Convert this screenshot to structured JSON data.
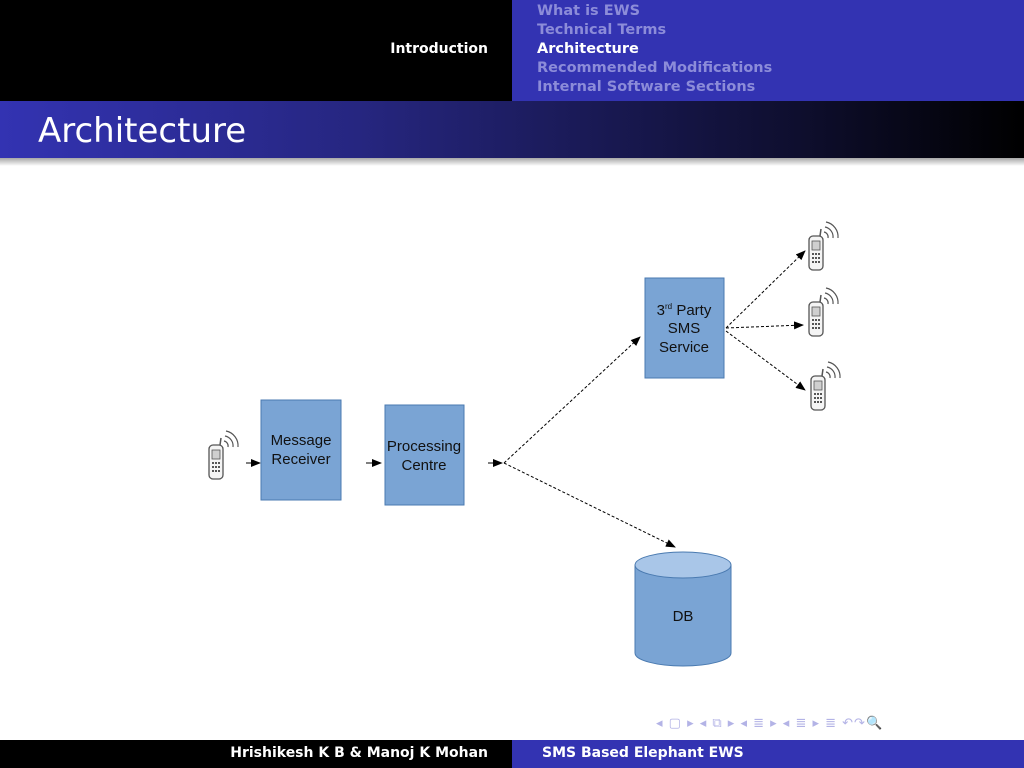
{
  "header": {
    "section": "Introduction",
    "subsections": [
      {
        "label": "What is EWS"
      },
      {
        "label": "Technical Terms"
      },
      {
        "label": "Architecture"
      },
      {
        "label": "Recommended Modifications"
      },
      {
        "label": "Internal Software Sections"
      }
    ]
  },
  "frame": {
    "title": "Architecture"
  },
  "diagram": {
    "message_receiver": {
      "line1": "Message",
      "line2": "Receiver"
    },
    "processing_centre": {
      "line1": "Processing",
      "line2": "Centre"
    },
    "third_party": {
      "ordinal": "3",
      "sup": "rd",
      "line1_rest": "Party",
      "line2": "SMS",
      "line3": "Service"
    },
    "db": {
      "label": "DB"
    },
    "colors": {
      "box": "#7aa4d4",
      "box_border": "#4a7ab0",
      "db_top": "#a9c6e8"
    }
  },
  "footer": {
    "authors": "Hrishikesh K B & Manoj K Mohan",
    "title": "SMS Based Elephant EWS"
  },
  "nav": {
    "symbols": "◂ ▢ ▸ ◂ ⧉ ▸ ◂ ≣ ▸ ◂ ≣ ▸   ≣   ↶↷🔍"
  }
}
